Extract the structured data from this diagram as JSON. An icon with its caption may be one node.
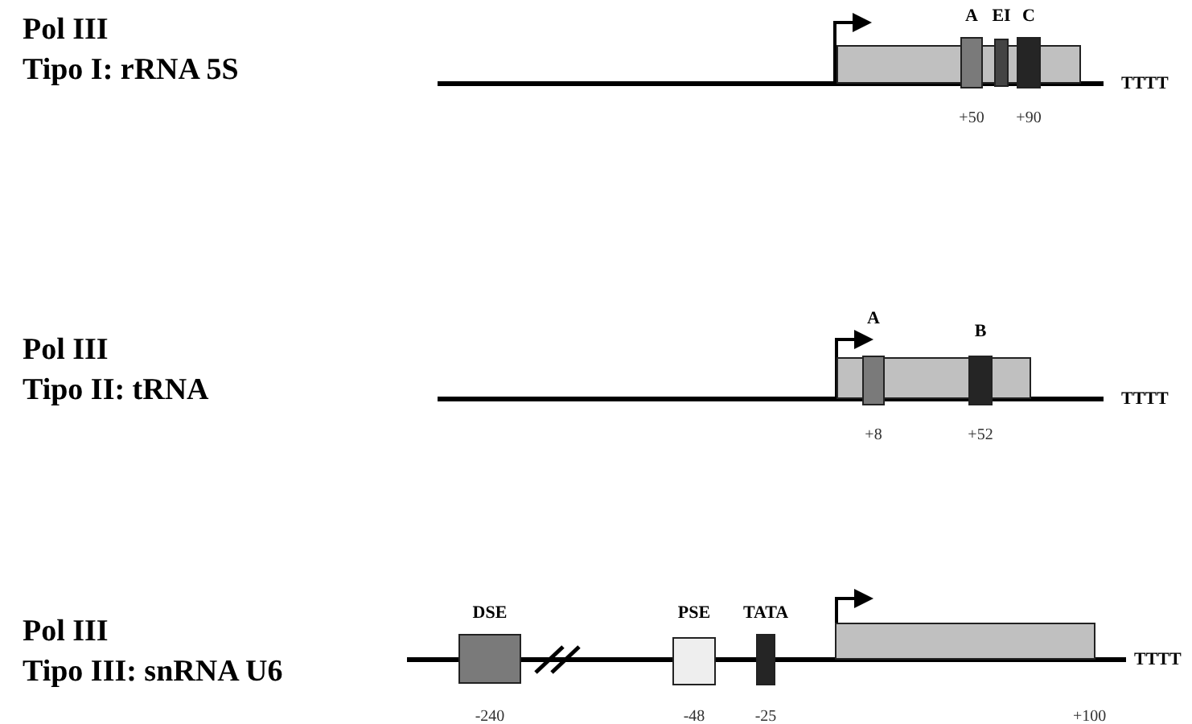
{
  "diagram": {
    "nodes": [
      {
        "text": [],
        "shape": "box"
      },
      {
        "text": [
          "A"
        ],
        "beside": [
          "+50"
        ]
      },
      {
        "text": [
          "EI"
        ]
      },
      {
        "text": [
          "C"
        ],
        "beside": [
          "+90"
        ]
      },
      {
        "text": [],
        "shape": "box"
      },
      {
        "text": [
          "A"
        ],
        "beside": [
          "+8"
        ]
      },
      {
        "text": [
          "B"
        ],
        "beside": [
          "+52"
        ]
      },
      {
        "text": [
          "DSE"
        ],
        "beside": [
          "-240"
        ]
      },
      {
        "text": [
          "PSE"
        ],
        "beside": [
          "-48"
        ]
      },
      {
        "text": [
          "TATA"
        ],
        "beside": [
          "-25"
        ]
      },
      {
        "text": [],
        "shape": "box",
        "beside": [
          "+100"
        ]
      }
    ],
    "edges": [],
    "labels": [
      "Pol III",
      "Tipo I: rRNA 5S",
      "TTTT",
      "Pol III",
      "Tipo II: tRNA",
      "TTTT",
      "Pol III",
      "Tipo III: snRNA U6",
      "TTTT"
    ]
  }
}
